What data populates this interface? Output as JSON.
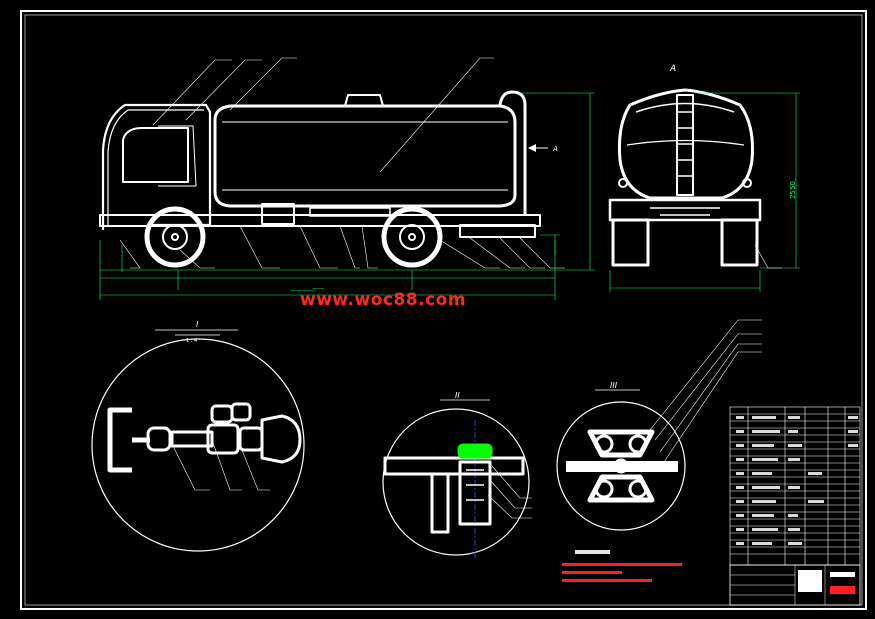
{
  "watermark": "www.woc88.com",
  "views": {
    "view_a_label": "A",
    "arrow_a_label": "A",
    "height_dim": "2550",
    "detail_1_label": "I",
    "detail_2_label": "II",
    "detail_3_label": "III",
    "detail_1_scale": "1 : 4"
  },
  "colors": {
    "frame": "#ffffff",
    "dimension": "#00ff66",
    "highlight": "#00ff00",
    "centerline": "#3355ff",
    "notes": "#ff2020"
  }
}
